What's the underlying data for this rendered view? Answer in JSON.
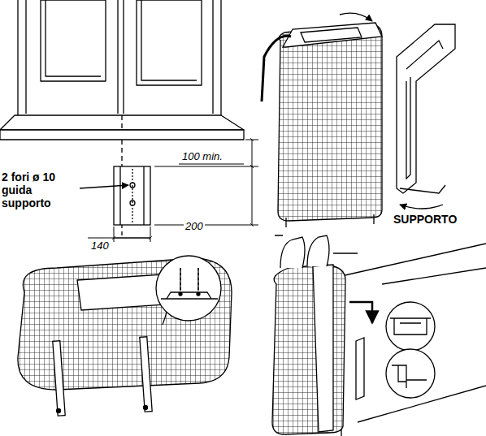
{
  "diagram": {
    "labels": [
      "2 fori ø 10 guida supporto",
      "100 min.",
      "200",
      "140",
      "SUPPORTO"
    ]
  }
}
